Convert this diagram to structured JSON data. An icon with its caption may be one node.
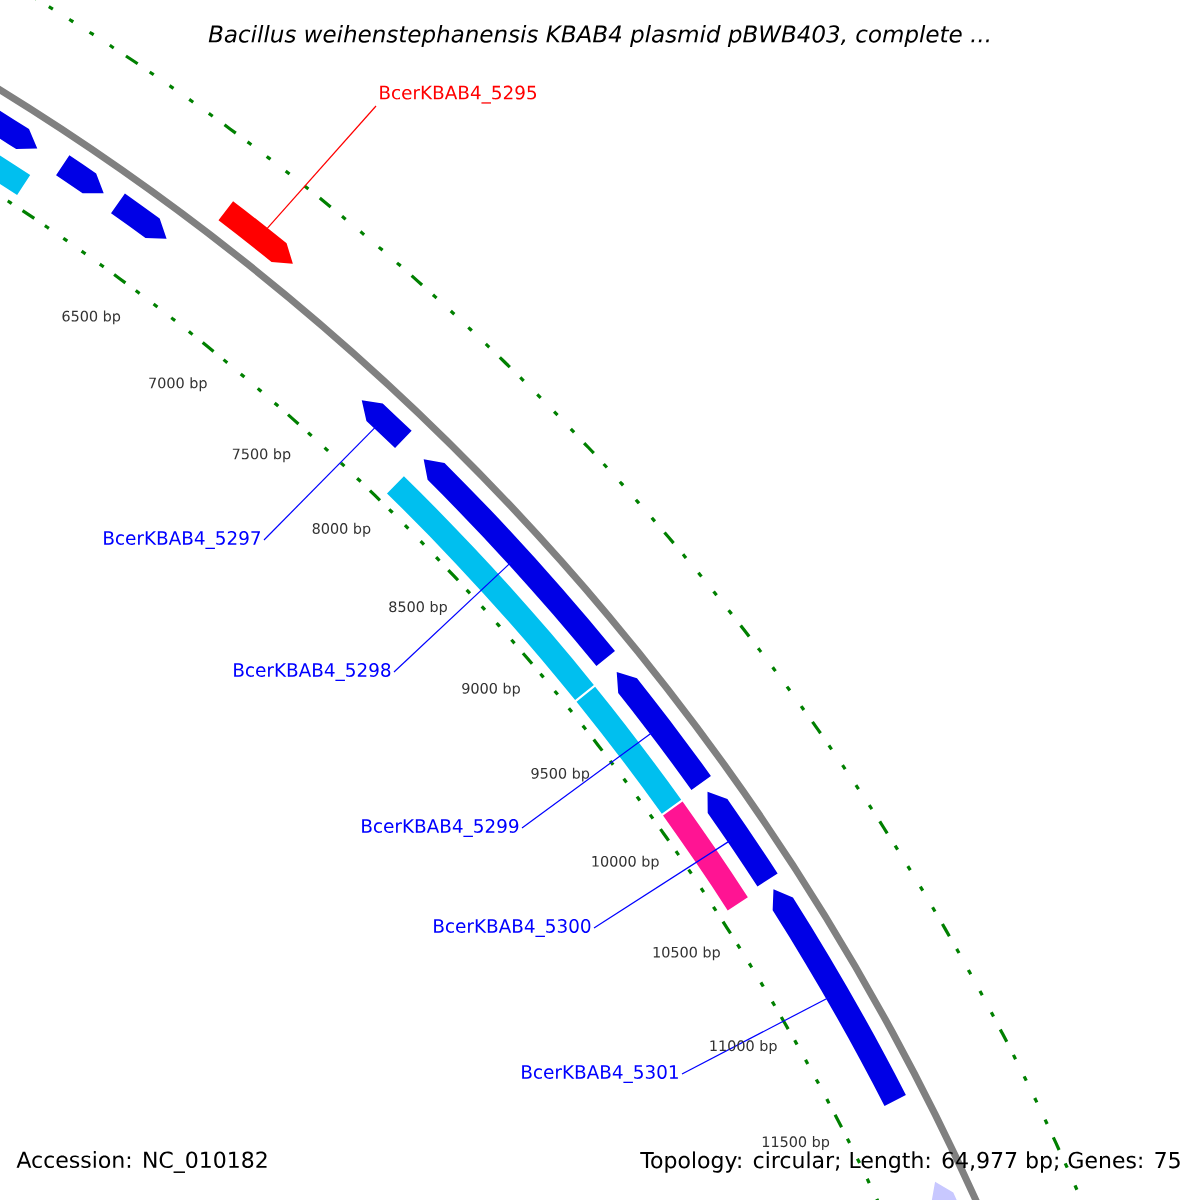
{
  "diagram": {
    "title": "Bacillus weihenstephanensis KBAB4 plasmid pBWB403, complete ...",
    "nodes": [
      {
        "text": [
          "BcerKBAB4_5295"
        ]
      },
      {
        "text": [],
        "shape": "arrow"
      },
      {
        "text": [
          "BcerKBAB4_5297"
        ]
      },
      {
        "text": [],
        "shape": "arrow"
      },
      {
        "text": [
          "BcerKBAB4_5298"
        ]
      },
      {
        "text": [],
        "shape": "arrow"
      },
      {
        "text": [
          "BcerKBAB4_5299"
        ]
      },
      {
        "text": [],
        "shape": "arrow"
      },
      {
        "text": [
          "BcerKBAB4_5300"
        ]
      },
      {
        "text": [],
        "shape": "arrow"
      },
      {
        "text": [
          "BcerKBAB4_5301"
        ]
      },
      {
        "text": [],
        "shape": "arrow"
      },
      {
        "text": [],
        "shape": "arrow"
      },
      {
        "text": [],
        "shape": "bar"
      },
      {
        "text": [],
        "shape": "arrow"
      },
      {
        "text": [],
        "shape": "arrow"
      },
      {
        "text": [],
        "shape": "bar"
      },
      {
        "text": [],
        "shape": "bar"
      },
      {
        "text": [],
        "shape": "bar"
      },
      {
        "text": [],
        "shape": "arrow"
      }
    ],
    "edges": [
      {
        "from": 0,
        "to": 1,
        "arrow": "none",
        "color": "#ff0000"
      },
      {
        "from": 2,
        "to": 3,
        "arrow": "none"
      },
      {
        "from": 4,
        "to": 5,
        "arrow": "none"
      },
      {
        "from": 6,
        "to": 7,
        "arrow": "none"
      },
      {
        "from": 8,
        "to": 9,
        "arrow": "none"
      },
      {
        "from": 10,
        "to": 11,
        "arrow": "none"
      }
    ],
    "labels": [
      "6500 bp",
      "7000 bp",
      "7500 bp",
      "8000 bp",
      "8500 bp",
      "9000 bp",
      "9500 bp",
      "10000 bp",
      "10500 bp",
      "11000 bp",
      "11500 bp",
      "Accession: NC_010182",
      "Topology: circular; Length: 64,977 bp; Genes: 75"
    ]
  }
}
